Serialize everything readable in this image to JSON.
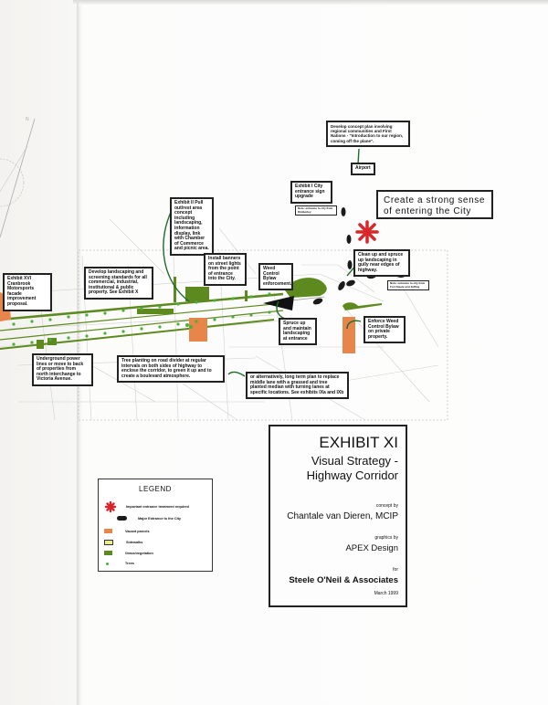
{
  "exhibit": {
    "number": "EXHIBIT XI",
    "title_line1": "Visual Strategy -",
    "title_line2": "Highway Corridor",
    "concept_label": "concept by",
    "concept_author": "Chantale van Dieren, MCIP",
    "graphics_label": "graphics by",
    "graphics_author": "APEX Design",
    "for_label": "for",
    "client": "Steele O'Neil & Associates",
    "date": "March 1999"
  },
  "headline_note": "Create a strong sense of entering the City",
  "notes": {
    "regional": "Develop concept plan involving regional communities and First Nations - \"Introduction to our region, coming off the plane\".",
    "airport": "Airport",
    "exhibit_i": "Exhibit I City entrance sign upgrade",
    "exhibit_ii": "Exhibit II Pull out/rest area concept including landscaping, information display, link with Chamber of Commerce and picnic area.",
    "banners": "Install banners on street lights from the point of entrance into the City.",
    "weed_bylaw": "Weed Control Bylaw enforcement.",
    "cleanup": "Clean up and spruce up landscaping in gully near edges of highway.",
    "exhibit_xvi": "Exhibit XVI Cranbrook Motorsports facade improvement proposal.",
    "landscaping_standards": "Develop landscaping and screening standards for all commercial, industrial, institutional & public property. See Exhibit X",
    "spruce_entrance": "Spruce up and maintain landscaping at entrance",
    "enforce_weed": "Enforce Weed Control Bylaw on private property.",
    "power_lines": "Underground power lines or move to back of properties from north interchange to Victoria Avenue.",
    "tree_planting": "Tree planting on road divider at regular intervals on both sides of highway to enclose the corridor, to green it up and to create a boulevard atmosphere.",
    "alternative": "or alternatively, long term plan to replace middle lane with a grassed and tree planted median with turning lanes at specific locations. See exhibits IXa and IXb",
    "small_north": "Note: entrance to city from Kimberley",
    "small_east": "Note: entrance to city from Fort Steele and Jaffray"
  },
  "legend": {
    "title": "LEGEND",
    "items": [
      {
        "label": "Important entrance treatment required",
        "symbol": "red-asterisk",
        "color": "#d8262a"
      },
      {
        "label": "Major Entrance to the City",
        "symbol": "black-dash",
        "color": "#1a1a1a"
      },
      {
        "label": "Vacant parcels",
        "symbol": "swatch",
        "color": "#e8854a"
      },
      {
        "label": "Sidewalks",
        "symbol": "swatch",
        "color": "#ecec8a"
      },
      {
        "label": "Grass/vegetation",
        "symbol": "swatch",
        "color": "#5d8a1e"
      },
      {
        "label": "Trees",
        "symbol": "dot",
        "color": "#4caf3a"
      }
    ]
  },
  "colors": {
    "vegetation": "#5d8a1e",
    "tree": "#4caf3a",
    "vacant": "#e8854a",
    "entrance": "#d8262a",
    "leader": "#1f6b2a",
    "road_line": "#c9c9c9"
  }
}
